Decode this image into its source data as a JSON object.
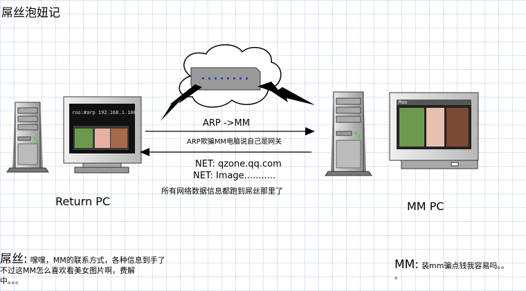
{
  "title": "屌丝泡妞记",
  "left_pc": {
    "label": "Return PC",
    "screen_text": "roo:#arp 192.168.1.100"
  },
  "right_pc": {
    "label": "MM PC",
    "screen_window_title": "Mao"
  },
  "arrows": {
    "forward_label": "ARP ->MM",
    "backward_label": "ARP欺骗MM电脑说自己是网关"
  },
  "traffic": {
    "line1": "NET: qzone.qq.com",
    "line2": "NET: Image...........",
    "line3": "所有网络数据信息都跑到屌丝那里了"
  },
  "notes": {
    "left_speaker": "屌丝:",
    "left_line1": "嘿嘿，MM的联系方式，各种信息到手了",
    "left_line2": "不过这MM怎么喜欢看美女图片啊，费解",
    "left_line3": "中。。。",
    "right_speaker": "MM:",
    "right_line1": "装mm骗点钱我容易吗。。",
    "right_line2": "。"
  }
}
